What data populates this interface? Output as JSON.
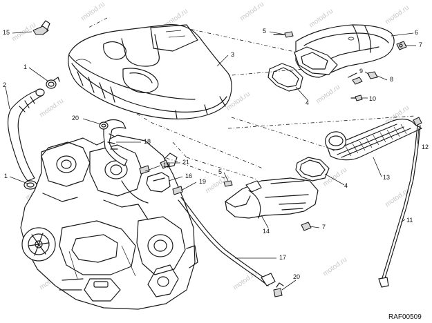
{
  "diagram": {
    "reference_code": "RAF00509",
    "watermark": "motod.ru",
    "callouts": {
      "c1a": "1",
      "c1b": "1",
      "c2": "2",
      "c3": "3",
      "c4a": "4",
      "c4b": "4",
      "c5a": "5",
      "c5b": "5",
      "c6": "6",
      "c7a": "7",
      "c7b": "7",
      "c8": "8",
      "c9": "9",
      "c10": "10",
      "c11": "11",
      "c12": "12",
      "c13": "13",
      "c14": "14",
      "c15": "15",
      "c16": "16",
      "c17": "17",
      "c18": "18",
      "c19a": "19",
      "c19b": "19",
      "c20a": "20",
      "c20b": "20",
      "c21": "21"
    }
  }
}
